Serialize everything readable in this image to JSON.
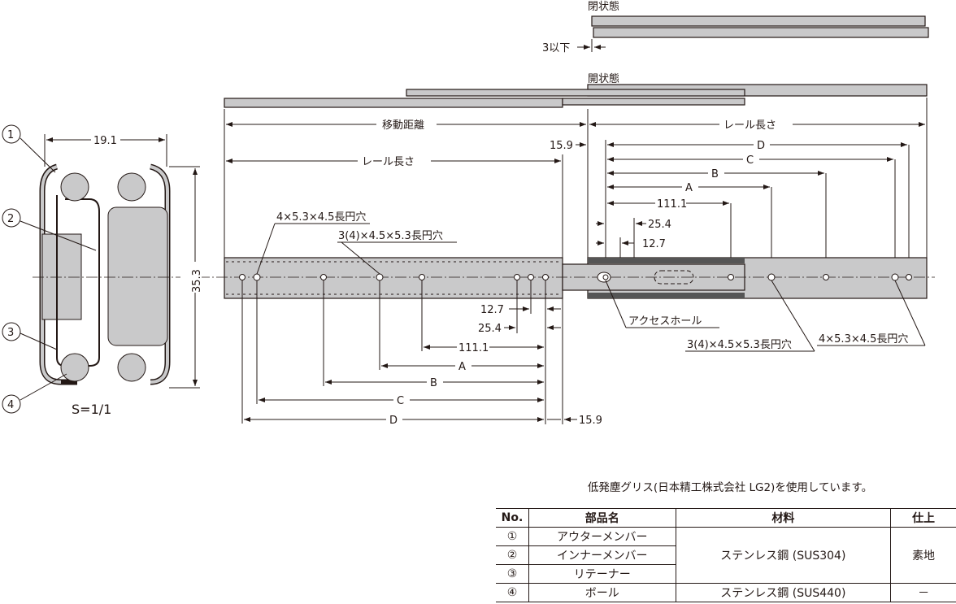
{
  "top": {
    "closed_label": "閉状態",
    "open_label": "開状態",
    "overhang_label": "3以下"
  },
  "dims": {
    "travel": "移動距離",
    "rail_length": "レール長さ",
    "rail_length_left": "レール長さ",
    "d159": "15.9",
    "A": "A",
    "B": "B",
    "C": "C",
    "D": "D",
    "d1111": "111.1",
    "d254": "25.4",
    "d127": "12.7",
    "hole_4": "4×5.3×4.5長円穴",
    "hole_3": "3(4)×4.5×5.3長円穴",
    "access_hole": "アクセスホール"
  },
  "section": {
    "width": "19.1",
    "height": "35.3",
    "scale": "S=1/1",
    "callouts": [
      "1",
      "2",
      "3",
      "4"
    ]
  },
  "note": "低発塵グリス(日本精工株式会社 LG2)を使用しています。",
  "table": {
    "headers": [
      "No.",
      "部品名",
      "材料",
      "仕上"
    ],
    "rows": [
      {
        "no": "①",
        "part": "アウターメンバー"
      },
      {
        "no": "②",
        "part": "インナーメンバー"
      },
      {
        "no": "③",
        "part": "リテーナー"
      },
      {
        "no": "④",
        "part": "ボール"
      }
    ],
    "material_1": "ステンレス鋼 (SUS304)",
    "material_2": "ステンレス鋼 (SUS440)",
    "finish_1": "素地",
    "finish_2": "－"
  }
}
